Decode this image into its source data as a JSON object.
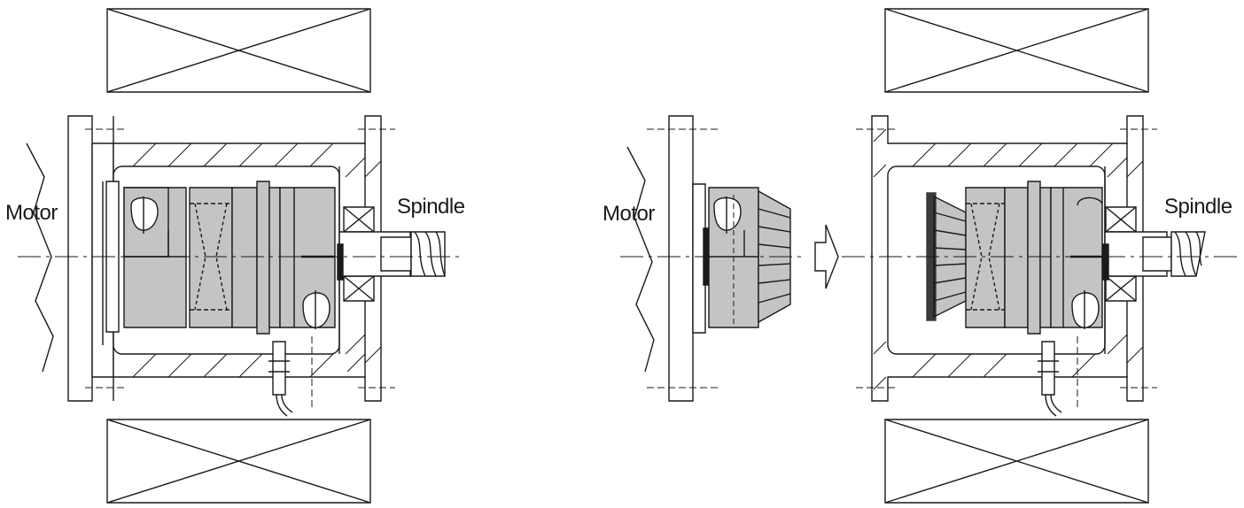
{
  "labels": {
    "left_motor": "Motor",
    "left_spindle": "Spindle",
    "right_motor": "Motor",
    "right_spindle": "Spindle"
  },
  "colors": {
    "line": "#1a1a1a",
    "part_fill": "#c4c4c4",
    "part_fill_dark": "#a8a8a8",
    "background": "#ffffff"
  }
}
